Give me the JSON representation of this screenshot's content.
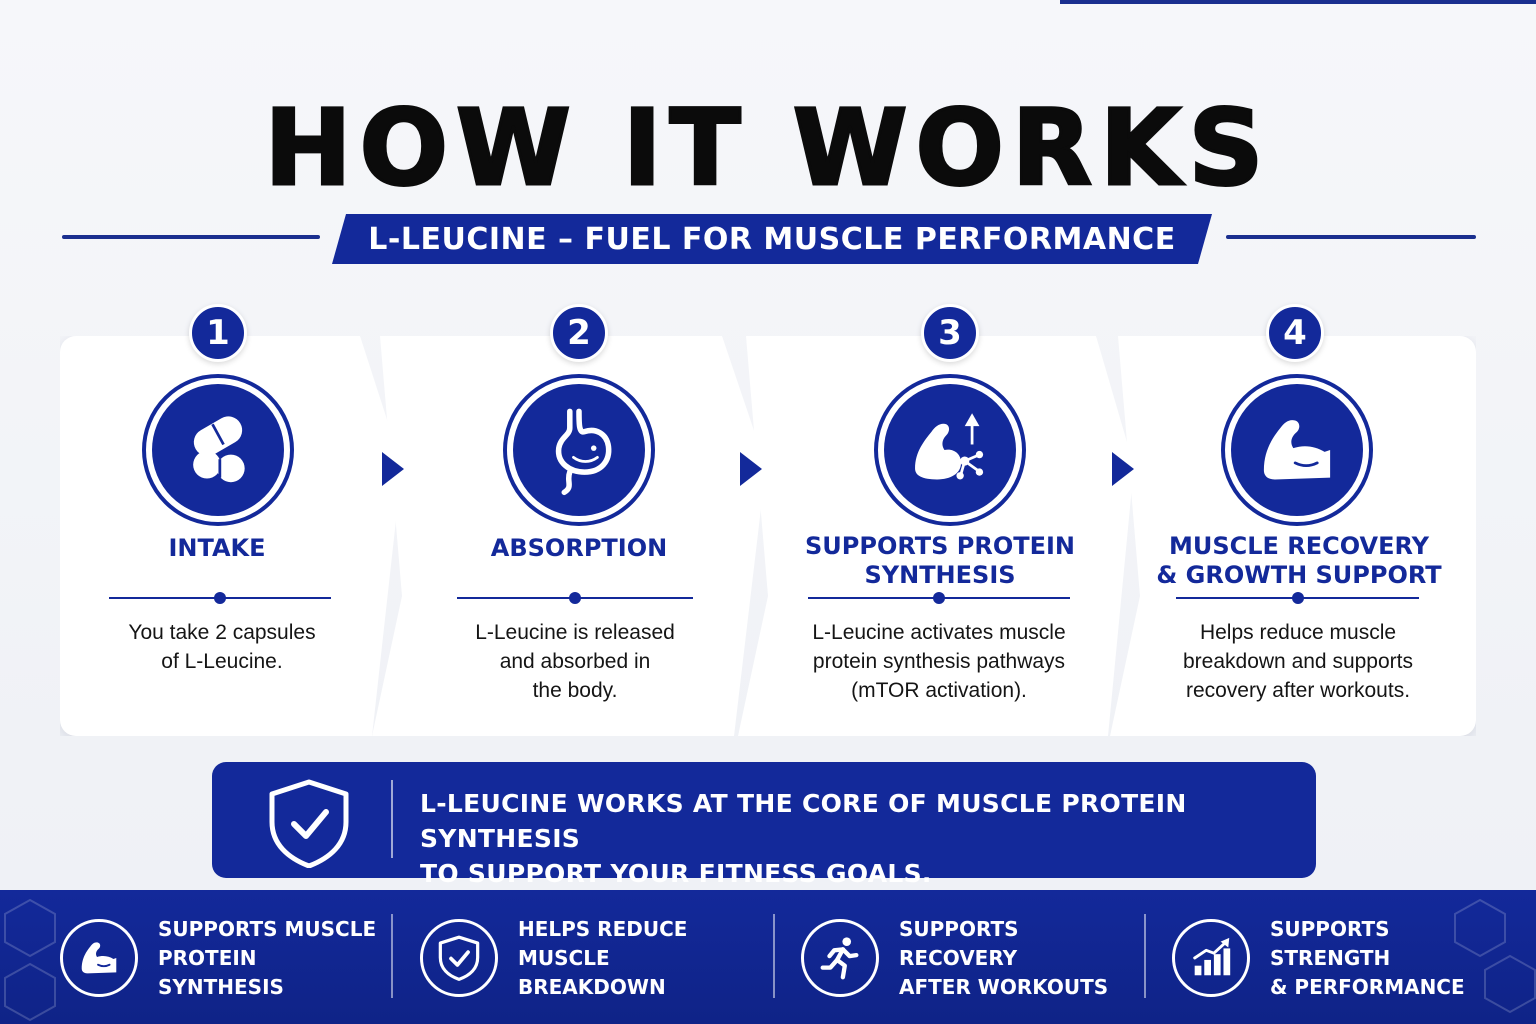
{
  "title": "HOW IT WORKS",
  "subtitle": "L-LEUCINE – FUEL FOR MUSCLE PERFORMANCE",
  "steps": [
    {
      "number": "1",
      "icon": "capsules-icon",
      "title_line1": "INTAKE",
      "title_line2": "",
      "desc_line1": "You take 2 capsules",
      "desc_line2": "of L-Leucine.",
      "desc_line3": ""
    },
    {
      "number": "2",
      "icon": "stomach-icon",
      "title_line1": "ABSORPTION",
      "title_line2": "",
      "desc_line1": "L-Leucine is released",
      "desc_line2": "and absorbed in",
      "desc_line3": "the body."
    },
    {
      "number": "3",
      "icon": "muscle-molecule-icon",
      "title_line1": "SUPPORTS PROTEIN",
      "title_line2": "SYNTHESIS",
      "desc_line1": "L-Leucine activates muscle",
      "desc_line2": "protein synthesis pathways",
      "desc_line3": "(mTOR activation)."
    },
    {
      "number": "4",
      "icon": "flexed-arm-icon",
      "title_line1": "MUSCLE RECOVERY",
      "title_line2": "& GROWTH SUPPORT",
      "desc_line1": "Helps reduce muscle",
      "desc_line2": "breakdown and supports",
      "desc_line3": "recovery after workouts."
    }
  ],
  "callout": {
    "icon": "shield-check-icon",
    "line1": "L-LEUCINE WORKS AT THE CORE OF MUSCLE PROTEIN SYNTHESIS",
    "line2": "TO SUPPORT YOUR FITNESS GOALS."
  },
  "benefits": [
    {
      "icon": "flexed-arm-icon",
      "line1": "SUPPORTS MUSCLE",
      "line2": "PROTEIN SYNTHESIS"
    },
    {
      "icon": "shield-check-icon",
      "line1": "HELPS REDUCE MUSCLE",
      "line2": "BREAKDOWN"
    },
    {
      "icon": "running-person-icon",
      "line1": "SUPPORTS RECOVERY",
      "line2": "AFTER WORKOUTS"
    },
    {
      "icon": "growth-chart-icon",
      "line1": "SUPPORTS STRENGTH",
      "line2": "& PERFORMANCE"
    }
  ],
  "colors": {
    "brand_blue": "#13299a",
    "dark_text": "#0b0b0b",
    "background": "#f3f4f8"
  }
}
